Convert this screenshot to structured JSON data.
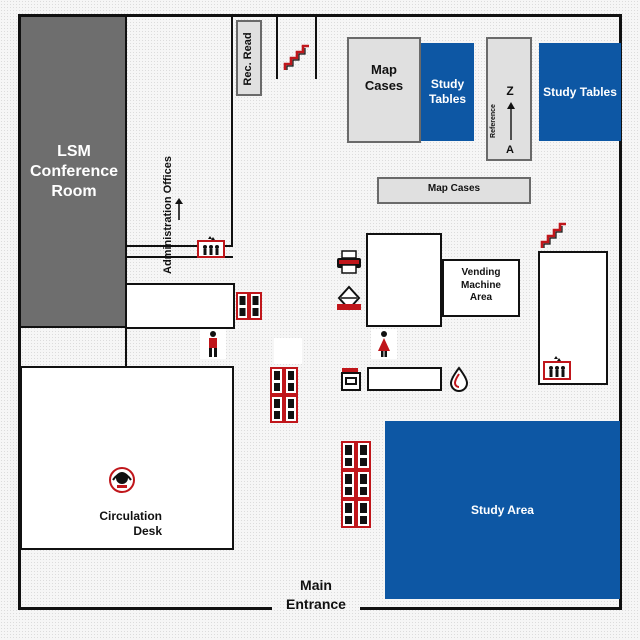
{
  "map": {
    "rooms": {
      "conference_room": "LSM\nConference\nRoom",
      "administration_offices": "Administration\nOffices",
      "rec_read": "Rec. Read",
      "map_cases_large": "Map\nCases",
      "study_tables_left": "Study\nTables",
      "study_tables_right": "Study Tables",
      "map_cases_wide": "Map Cases",
      "reference_label": "Reference",
      "reference_z": "Z",
      "reference_a": "A",
      "vending_machine_area": "Vending\nMachine\nArea",
      "circulation_desk": "Circulation\nDesk",
      "study_area": "Study Area",
      "main_entrance": "Main\nEntrance"
    },
    "colors": {
      "study_blue": "#0d57a4",
      "conference_grey": "#6e6e6e",
      "icon_red": "#c0161b",
      "map_case_grey": "#e0e0e0"
    },
    "icons": [
      "stairs-icon",
      "elevator-icon",
      "computer-workstation-icon",
      "restroom-men-icon",
      "restroom-women-icon",
      "printer-icon",
      "scanner-icon",
      "copier-icon",
      "water-fountain-icon",
      "help-desk-icon",
      "arrow-up-icon"
    ]
  }
}
